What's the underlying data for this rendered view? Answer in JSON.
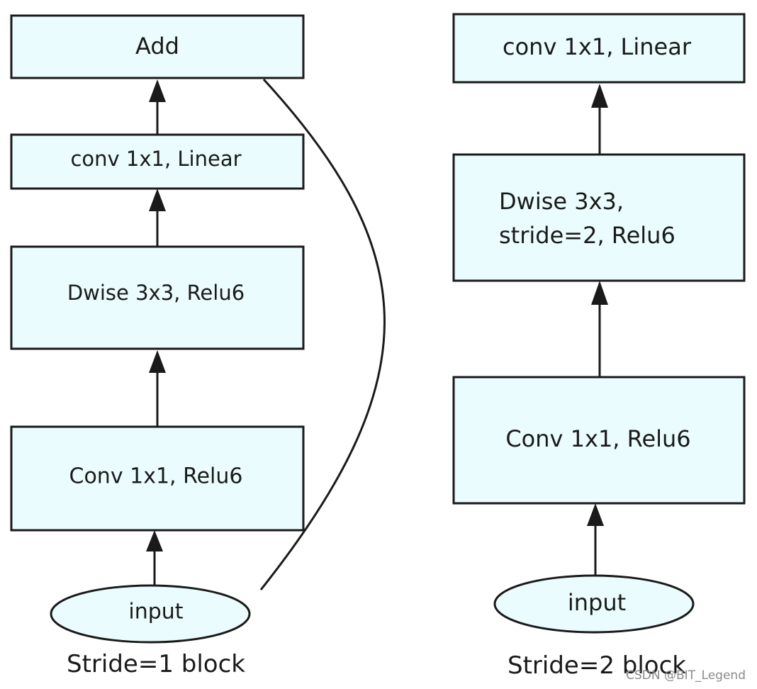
{
  "colors": {
    "node_fill": "#eafcfd",
    "stroke": "#1a1a1a",
    "text": "#1a1a1a",
    "watermark": "#8a8a8a"
  },
  "left_block": {
    "caption": "Stride=1 block",
    "nodes": {
      "add": "Add",
      "conv_linear": "conv 1x1, Linear",
      "dwise": "Dwise 3x3, Relu6",
      "conv_relu": "Conv 1x1, Relu6",
      "input": "input"
    }
  },
  "right_block": {
    "caption": "Stride=2 block",
    "nodes": {
      "conv_linear": "conv 1x1, Linear",
      "dwise_line1": "Dwise 3x3,",
      "dwise_line2": "stride=2, Relu6",
      "conv_relu": "Conv 1x1, Relu6",
      "input": "input"
    }
  },
  "watermark": "CSDN @BIT_Legend"
}
